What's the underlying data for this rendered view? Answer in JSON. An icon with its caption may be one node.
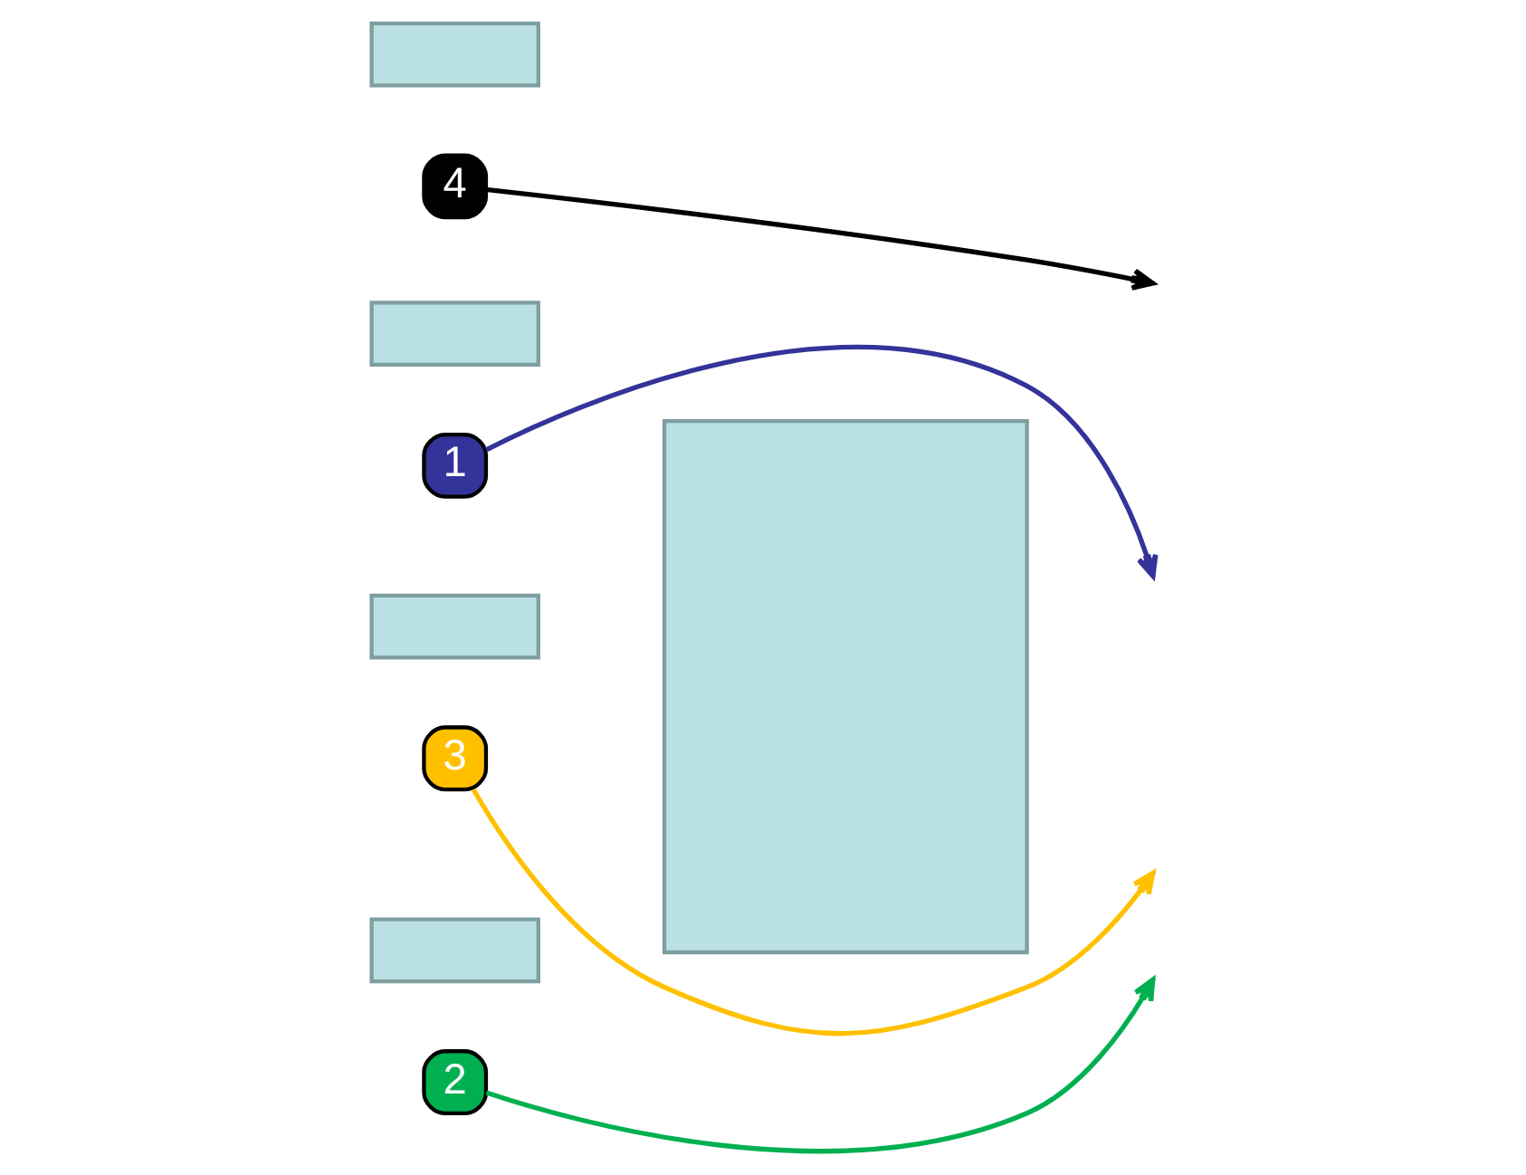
{
  "diagram": {
    "nodes": [
      {
        "text": [],
        "shape": "box"
      },
      {
        "text": [
          "4"
        ]
      },
      {
        "text": [],
        "shape": "box"
      },
      {
        "text": [
          "1"
        ]
      },
      {
        "text": [],
        "shape": "box"
      },
      {
        "text": [
          "3"
        ]
      },
      {
        "text": [],
        "shape": "box"
      },
      {
        "text": [
          "2"
        ]
      },
      {
        "text": [],
        "shape": "box"
      }
    ],
    "edges": [
      {
        "from": 1,
        "to": null,
        "arrow": "to",
        "color": "#000000"
      },
      {
        "from": 3,
        "to": null,
        "arrow": "to",
        "color": "#333399"
      },
      {
        "from": 5,
        "to": null,
        "arrow": "to",
        "color": "#ffc000"
      },
      {
        "from": 7,
        "to": null,
        "arrow": "to",
        "color": "#00b050"
      }
    ]
  }
}
